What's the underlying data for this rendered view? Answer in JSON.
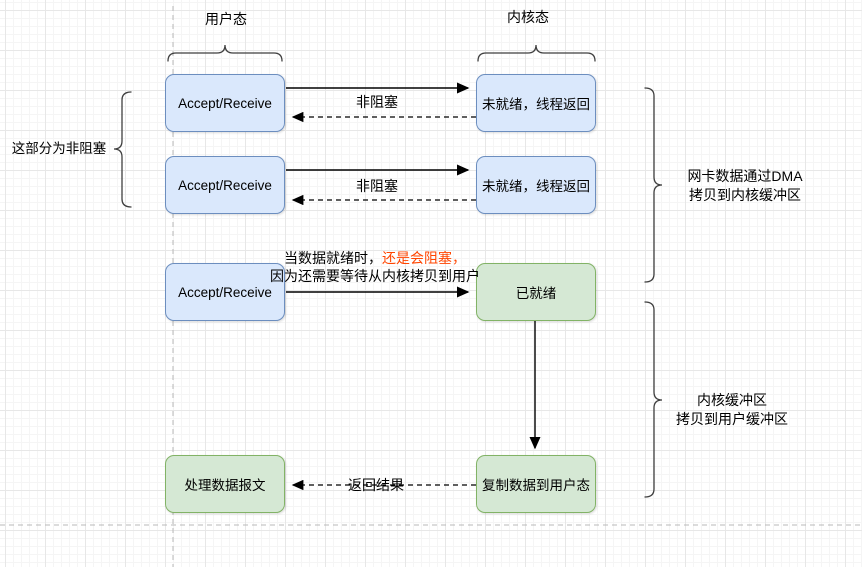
{
  "top_labels": {
    "user_mode": "用户态",
    "kernel_mode": "内核态"
  },
  "boxes": {
    "accept1": "Accept/Receive",
    "accept2": "Accept/Receive",
    "accept3": "Accept/Receive",
    "not_ready1": "未就绪，线程返回",
    "not_ready2": "未就绪，线程返回",
    "ready": "已就绪",
    "copy_to_user": "复制数据到用户态",
    "process_packet": "处理数据报文"
  },
  "arrow_labels": {
    "non_blocking1": "非阻塞",
    "non_blocking2": "非阻塞",
    "return_result": "返回结果"
  },
  "note": {
    "line1_black": "当数据就绪时，",
    "line1_red": "还是会阻塞，",
    "line2": "因为还需要等待从内核拷贝到用户"
  },
  "annotations": {
    "left_brace_label": "这部分为非阻塞",
    "right_brace1_line1": "网卡数据通过DMA",
    "right_brace1_line2": "拷贝到内核缓冲区",
    "right_brace2_line1": "内核缓冲区",
    "right_brace2_line2": "拷贝到用户缓冲区"
  },
  "colors": {
    "blue_fill": "#dae8fc",
    "blue_border": "#6c8ebf",
    "green_fill": "#d5e8d4",
    "green_border": "#82b366",
    "red_text": "#ff4500",
    "guide_dash": "#b8b8b8",
    "arrow": "#000000"
  }
}
